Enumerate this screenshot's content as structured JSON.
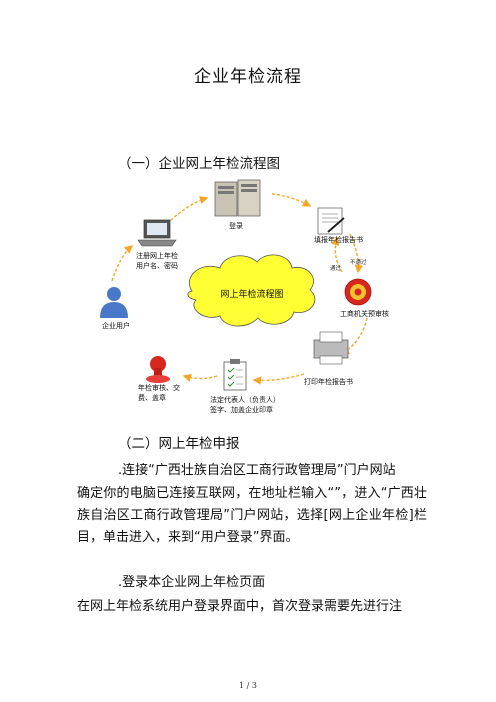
{
  "document": {
    "title": "企业年检流程",
    "section1_heading": "（一）企业网上年检流程图",
    "section2_heading": "（二）网上年检申报",
    "para1_heading": ".连接“广西壮族自治区工商行政管理局”门户网站",
    "para1_body": "确定你的电脑已连接互联网，在地址栏输入“”，进入“广西壮族自治区工商行政管理局”门户网站，选择[网上企业年检]栏目，单击进入，来到“用户登录”界面。",
    "para2_heading": ".登录本企业网上年检页面",
    "para2_body": "在网上年检系统用户登录界面中，首次登录需要先进行注",
    "page_indicator": "1  /  3"
  },
  "flowchart": {
    "center_label": "网上年检流程图",
    "login": "登录",
    "fill_report": "填报年检报告书",
    "not_pass": "不通过",
    "pass": "通过",
    "aic_review": "工商机关预审核",
    "print_report": "打印年检报告书",
    "legal_rep_line1": "法定代表人（负责人）",
    "legal_rep_line2": "签字、加盖企业印章",
    "review_line1": "年检审核、交",
    "review_line2": "费、盖章",
    "enterprise_user": "企业用户",
    "register_line1": "注册网上年检",
    "register_line2": "用户名、密码"
  },
  "colors": {
    "cloud_fill": "#ffff33",
    "arrow": "#f5a623",
    "stamp_red": "#d7261e",
    "user_blue": "#4a78c8"
  }
}
